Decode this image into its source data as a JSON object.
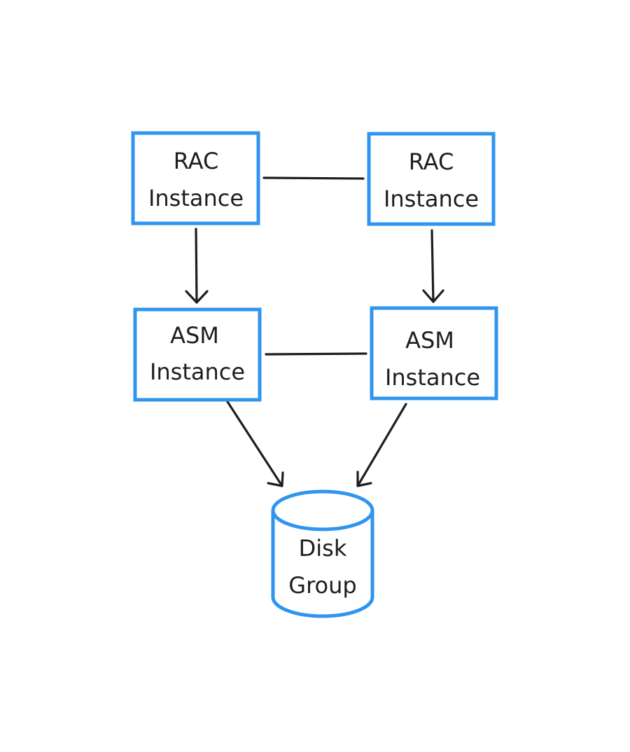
{
  "colors": {
    "node_border": "#2f95ee",
    "edge": "#1e1e1e",
    "text": "#1e1e1e",
    "background": "#ffffff"
  },
  "nodes": {
    "rac_left": {
      "line1": "RAC",
      "line2": "Instance"
    },
    "rac_right": {
      "line1": "RAC",
      "line2": "Instance"
    },
    "asm_left": {
      "line1": "ASM",
      "line2": "Instance"
    },
    "asm_right": {
      "line1": "ASM",
      "line2": "Instance"
    },
    "disk_group": {
      "line1": "Disk",
      "line2": "Group"
    }
  },
  "edges": [
    {
      "from": "rac_left",
      "to": "rac_right",
      "type": "line"
    },
    {
      "from": "rac_left",
      "to": "asm_left",
      "type": "arrow"
    },
    {
      "from": "rac_right",
      "to": "asm_right",
      "type": "arrow"
    },
    {
      "from": "asm_left",
      "to": "asm_right",
      "type": "line"
    },
    {
      "from": "asm_left",
      "to": "disk_group",
      "type": "arrow"
    },
    {
      "from": "asm_right",
      "to": "disk_group",
      "type": "arrow"
    }
  ]
}
